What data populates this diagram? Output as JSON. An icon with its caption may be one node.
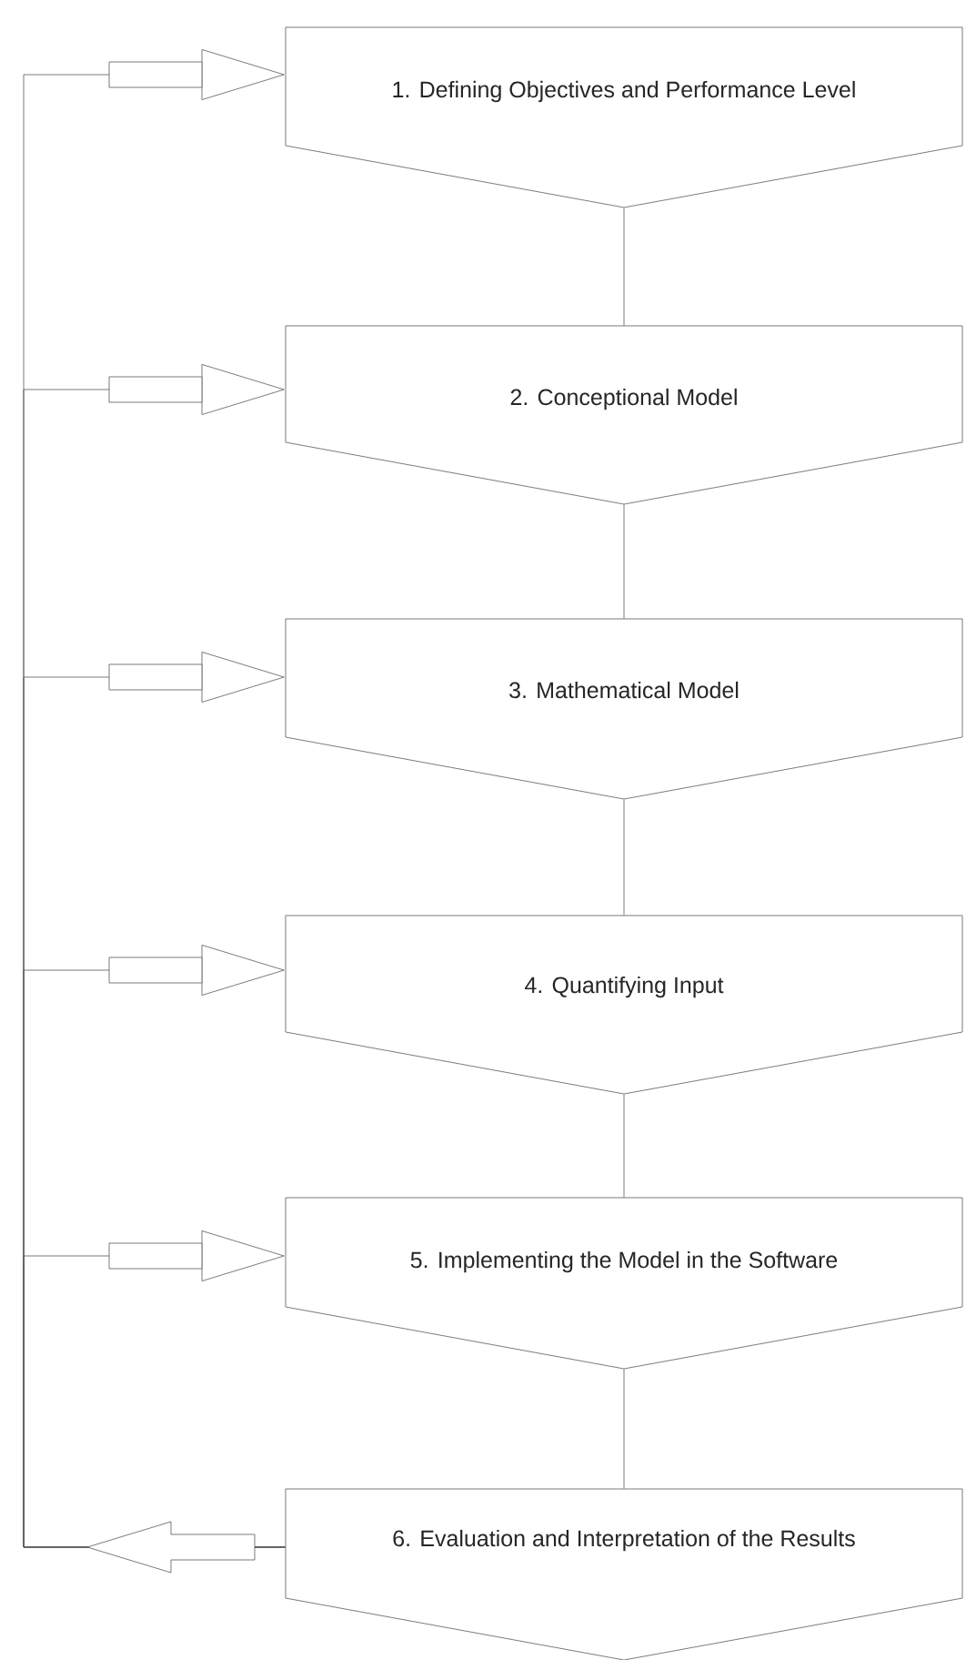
{
  "diagram": {
    "nodes": [
      {
        "text": [
          "1. Defining Objectives and Performance Level"
        ]
      },
      {
        "text": [
          "2. Conceptional Model"
        ]
      },
      {
        "text": [
          "3. Mathematical Model"
        ]
      },
      {
        "text": [
          "4. Quantifying Input"
        ]
      },
      {
        "text": [
          "5. Implementing the Model in the Software"
        ]
      },
      {
        "text": [
          "6. Evaluation and Interpretation of the Results"
        ]
      }
    ],
    "edges": [
      {
        "from": 0,
        "to": 1,
        "arrow": "none"
      },
      {
        "from": 1,
        "to": 2,
        "arrow": "none"
      },
      {
        "from": 2,
        "to": 3,
        "arrow": "none"
      },
      {
        "from": 3,
        "to": 4,
        "arrow": "none"
      },
      {
        "from": 4,
        "to": 5,
        "arrow": "none"
      },
      {
        "from": 5,
        "to": 0,
        "arrow": "to"
      },
      {
        "from": 5,
        "to": 1,
        "arrow": "to"
      },
      {
        "from": 5,
        "to": 2,
        "arrow": "to"
      },
      {
        "from": 5,
        "to": 3,
        "arrow": "to"
      },
      {
        "from": 5,
        "to": 4,
        "arrow": "to"
      }
    ]
  }
}
